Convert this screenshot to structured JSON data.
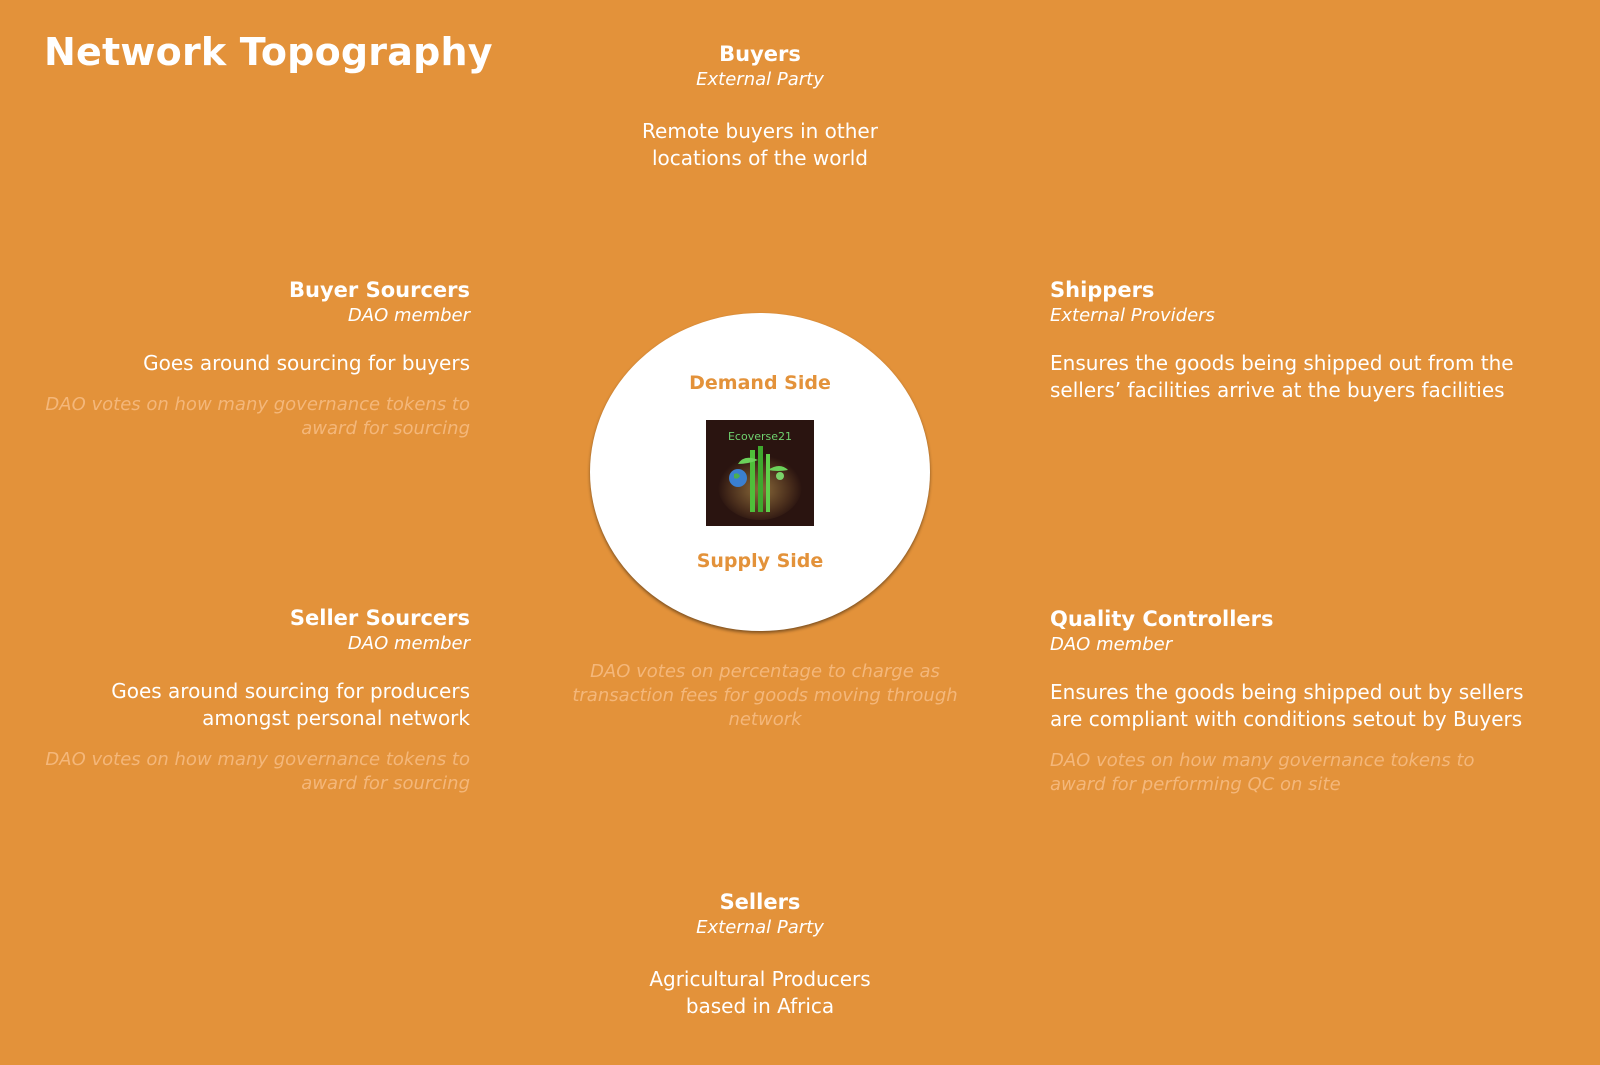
{
  "title": "Network Topography",
  "colors": {
    "background": "#E3923A",
    "accent": "#E3923A",
    "muted_note": "#F4B77A",
    "circle": "#FFFFFF"
  },
  "center": {
    "demand_label": "Demand Side",
    "supply_label": "Supply Side",
    "logo_text": "Ecoverse21",
    "fees_note": "DAO votes on percentage to charge as transaction fees for goods moving through network"
  },
  "nodes": {
    "buyers": {
      "heading": "Buyers",
      "role": "External Party",
      "description": "Remote buyers in other locations of the world"
    },
    "buyer_sourcers": {
      "heading": "Buyer Sourcers",
      "role": "DAO member",
      "description": "Goes around sourcing for buyers",
      "note": "DAO votes on how many governance tokens to award for sourcing"
    },
    "shippers": {
      "heading": "Shippers",
      "role": "External Providers",
      "description": "Ensures the goods being shipped out from the sellers’ facilities arrive at the  buyers facilities"
    },
    "seller_sourcers": {
      "heading": "Seller Sourcers",
      "role": "DAO member",
      "description": "Goes around sourcing for producers  amongst personal network",
      "note": "DAO votes on how many governance tokens  to award for sourcing"
    },
    "quality_controllers": {
      "heading": "Quality Controllers",
      "role": "DAO member",
      "description": "Ensures the goods being shipped out by sellers are compliant with conditions setout by Buyers",
      "note": "DAO votes on how many governance tokens to award for performing QC on site"
    },
    "sellers": {
      "heading": "Sellers",
      "role": "External Party",
      "description": "Agricultural Producers based in Africa"
    }
  }
}
